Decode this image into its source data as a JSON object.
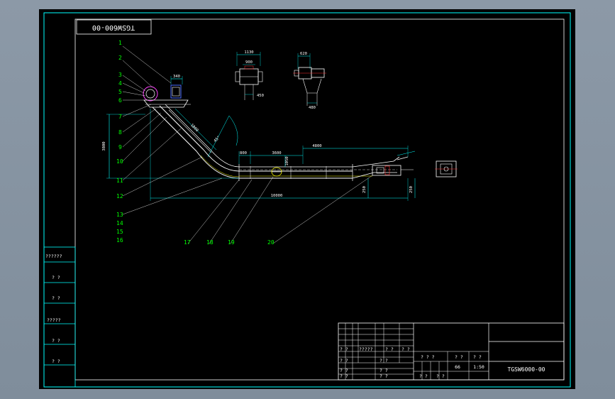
{
  "drawing_code": "TGSW600-00",
  "drawing_code_rotated": "TGSW600-00",
  "part_labels": [
    "1",
    "2",
    "3",
    "4",
    "5",
    "6",
    "7",
    "8",
    "9",
    "10",
    "11",
    "12",
    "13",
    "14",
    "15",
    "16",
    "17",
    "18",
    "19",
    "20"
  ],
  "dimensions": {
    "d_top_width": "340",
    "d_height": "3800",
    "d_incline": "1800",
    "d_horiz_1": "800",
    "d_horiz_2": "3600",
    "d_total_top": "4800",
    "d_total_bottom": "10000",
    "d_mid": "1050",
    "d_vert_1": "250",
    "d_vert_2": "250",
    "d_angle": "45°",
    "d_sec1_top": "1130",
    "d_sec1_mid": "900",
    "d_sec1_side": "450",
    "d_sec2_top": "620",
    "d_sec2_bot": "480"
  },
  "left_panel": [
    "??????",
    "? ?",
    "? ?",
    "?????",
    "? ?",
    "? ?"
  ],
  "title_block": {
    "row_labels": [
      "? ?",
      "?????",
      "? ?",
      "? ?"
    ],
    "row_a": [
      "? ?",
      "? ?",
      "? ?"
    ],
    "mid_labels": [
      "? ? ?",
      "? ?",
      "? ?"
    ],
    "scale_row": [
      "? ?",
      "? ?"
    ],
    "weight": "66",
    "scale": "1:50",
    "code": "TGSW6000-00"
  }
}
